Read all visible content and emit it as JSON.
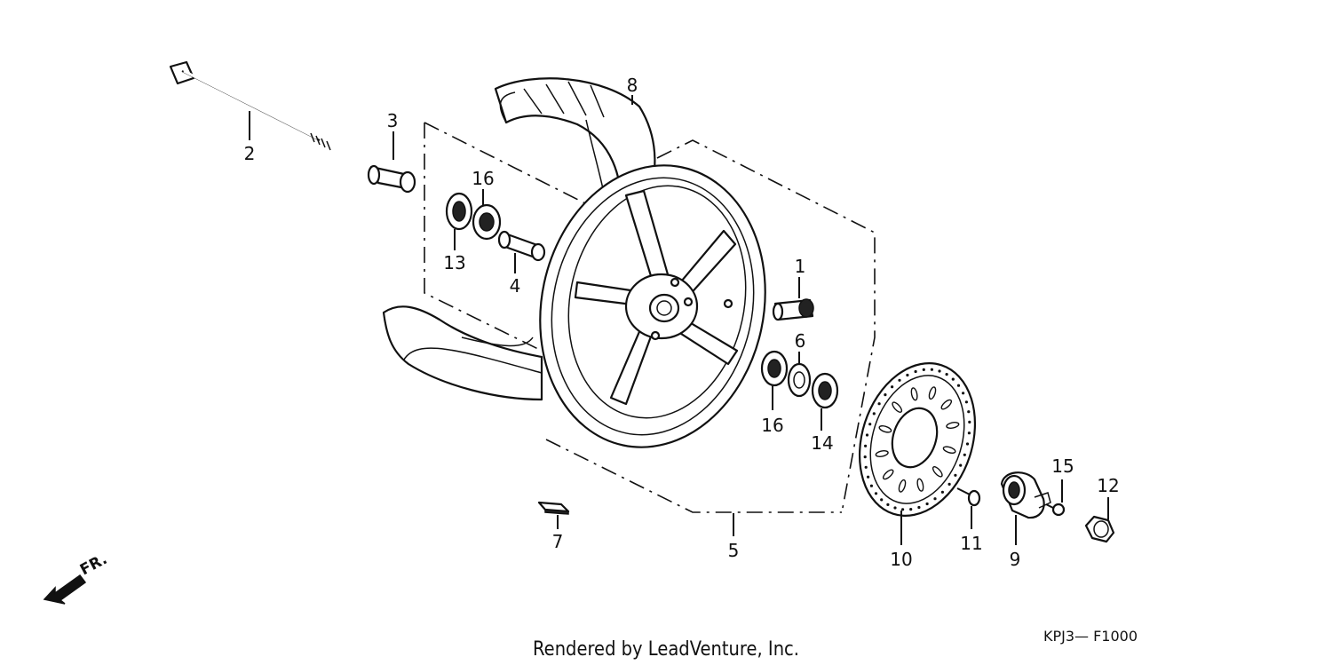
{
  "parts": [
    {
      "id": "1",
      "label": "1"
    },
    {
      "id": "2",
      "label": "2"
    },
    {
      "id": "3",
      "label": "3"
    },
    {
      "id": "4",
      "label": "4"
    },
    {
      "id": "5",
      "label": "5"
    },
    {
      "id": "6",
      "label": "6"
    },
    {
      "id": "7",
      "label": "7"
    },
    {
      "id": "8",
      "label": "8"
    },
    {
      "id": "9",
      "label": "9"
    },
    {
      "id": "10",
      "label": "10"
    },
    {
      "id": "11",
      "label": "11"
    },
    {
      "id": "12",
      "label": "12"
    },
    {
      "id": "13",
      "label": "13"
    },
    {
      "id": "14",
      "label": "14"
    },
    {
      "id": "15",
      "label": "15"
    },
    {
      "id": "16a",
      "label": "16"
    },
    {
      "id": "16b",
      "label": "16"
    }
  ],
  "direction_label": "FR.",
  "footer": {
    "credit": "Rendered by LeadVenture, Inc.",
    "code": "KPJ3— F1000"
  }
}
